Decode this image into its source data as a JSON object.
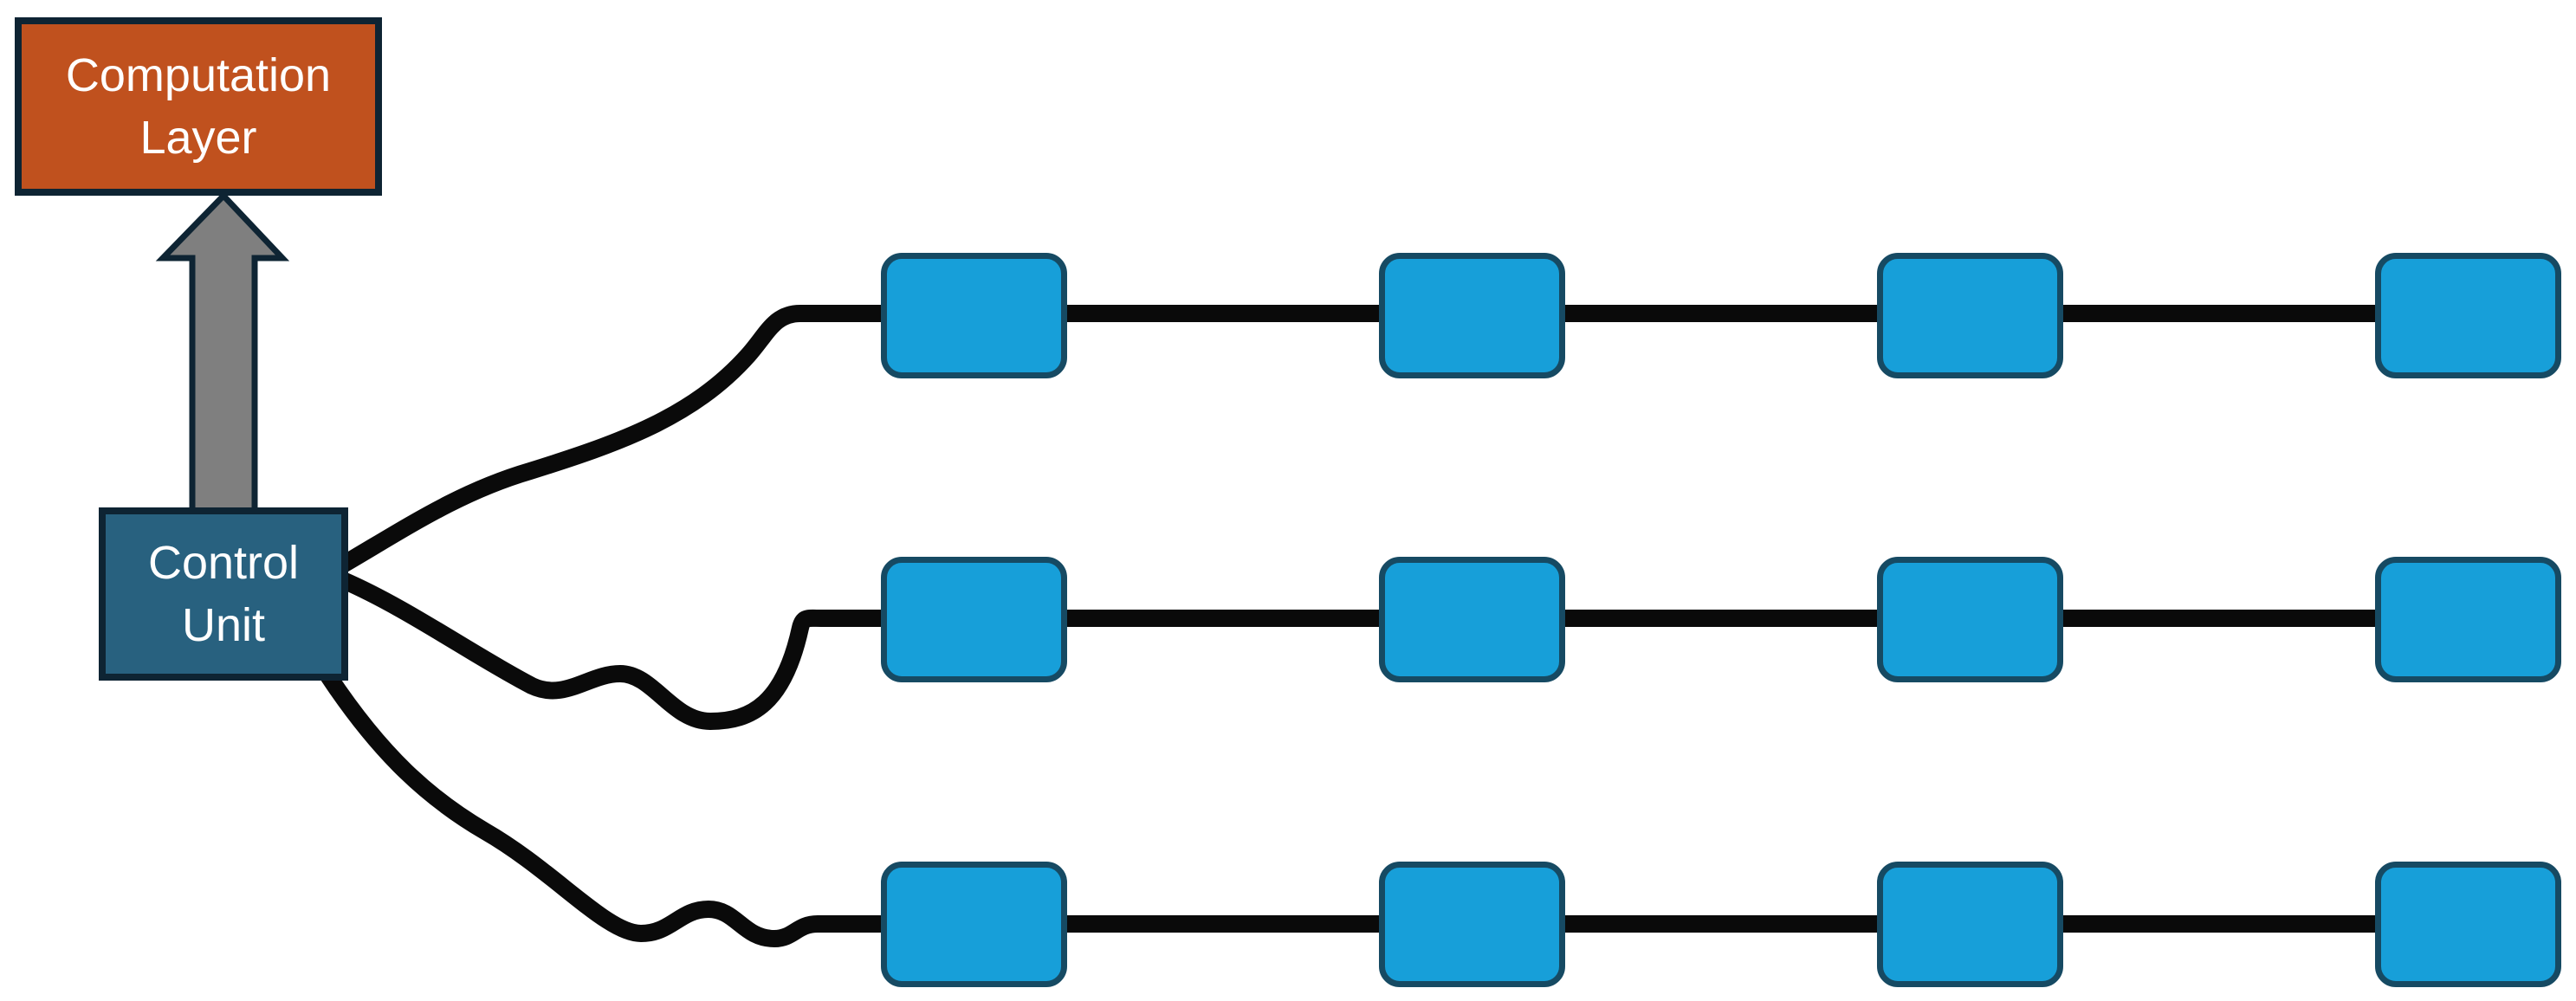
{
  "diagram": {
    "title": "Control unit driving computation layer and node rows",
    "computation_layer": {
      "label": "Computation Layer"
    },
    "control_unit": {
      "label": "Control Unit"
    },
    "node_grid": {
      "rows": 3,
      "nodes_per_row": 4,
      "node_label": ""
    },
    "connections": {
      "control_to_computation": "up-arrow",
      "control_to_rows": 3
    }
  },
  "colors": {
    "canvas_bg": "#ffffff",
    "computation_fill": "#C0511E",
    "control_fill": "#28617F",
    "outline_dark": "#0E2433",
    "node_fill": "#179FD9",
    "node_border": "#164A63",
    "arrow_fill": "#7F7F7F",
    "wire_color": "#0A0A0A",
    "label_text": "#FFFFFF"
  }
}
